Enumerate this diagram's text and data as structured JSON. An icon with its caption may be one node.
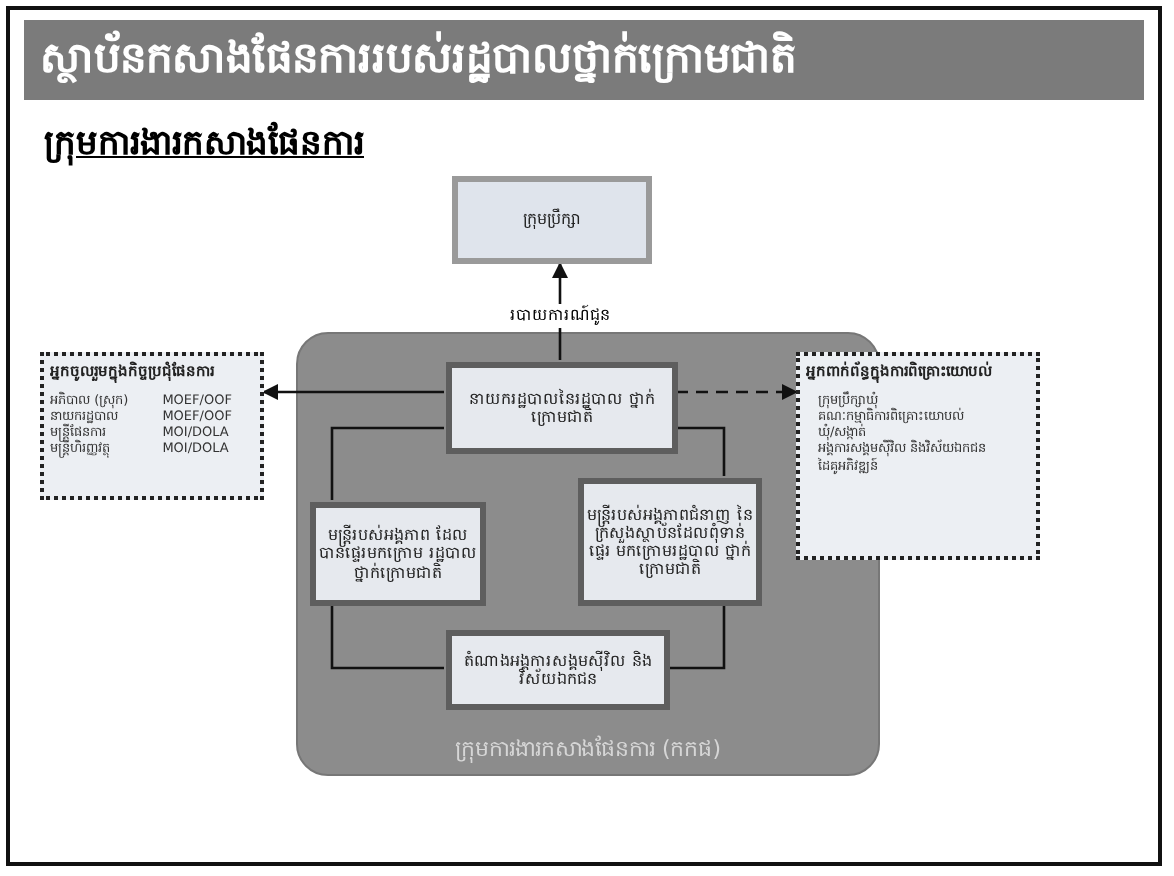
{
  "diagram": {
    "title": "ស្ថាប័នកសាងផែនការរបស់រដ្ឋបាលថ្នាក់ក្រោមជាតិ",
    "nodes": [
      {
        "text": [
          "ក្រុមប្រឹក្សា"
        ]
      },
      {
        "text": [
          "អ្នកចូលរួមក្នុងកិច្ចប្រជុំផែនការ",
          "អភិបាល (ស្រុក)",
          "MOEF/OOF",
          "នាយករដ្ឋបាល",
          "MOEF/OOF",
          "មន្ត្រីផែនការ",
          "MOI/DOLA",
          "មន្ត្រីហិរញ្ញវត្ថុ",
          "MOI/DOLA"
        ]
      },
      {
        "text": [
          "ក្រុមការងារកសាងផែនការ (កកផ)"
        ]
      },
      {
        "text": [
          "នាយករដ្ឋបាលនៃរដ្ឋបាល ថ្នាក់ក្រោមជាតិ"
        ],
        "in": 2
      },
      {
        "text": [
          "អ្នកពាក់ព័ន្ធក្នុងការពិគ្រោះយោបល់",
          "ក្រុមប្រឹក្សាឃុំ",
          "គណៈកម្មាធិការពិគ្រោះយោបល់",
          "ឃុំ/សង្កាត់",
          "អង្គការសង្គមស៊ីវិល និងវិស័យឯកជន",
          "ដៃគូអភិវឌ្ឍន៍"
        ]
      },
      {
        "text": [
          "មន្ត្រីរបស់អង្គភាព ដែលបានផ្ទេរមកក្រោម រដ្ឋបាលថ្នាក់ក្រោមជាតិ"
        ],
        "in": 2
      },
      {
        "text": [
          "មន្ត្រីរបស់អង្គភាពជំនាញ នៃក្រសួងស្ថាប័នដែលពុំទាន់ផ្ទេរ មកក្រោមរដ្ឋបាល ថ្នាក់ក្រោមជាតិ"
        ],
        "in": 2
      },
      {
        "text": [
          "តំណាងអង្គការសង្គមស៊ីវិល និងវិស័យឯកជន"
        ],
        "in": 2
      }
    ],
    "edges": [
      {
        "from": 3,
        "to": 0,
        "arrow": "to",
        "label": "របាយការណ៍ជូន"
      },
      {
        "from": 3,
        "to": 1,
        "arrow": "to"
      },
      {
        "from": 3,
        "to": 4,
        "arrow": "to",
        "style": "dashed"
      },
      {
        "from": 3,
        "to": 5,
        "arrow": "none"
      },
      {
        "from": 3,
        "to": 6,
        "arrow": "none"
      },
      {
        "from": 5,
        "to": 7,
        "arrow": "none"
      },
      {
        "from": 6,
        "to": 7,
        "arrow": "none"
      }
    ],
    "labels": [
      "ក្រុមការងារកសាងផែនការ"
    ]
  }
}
